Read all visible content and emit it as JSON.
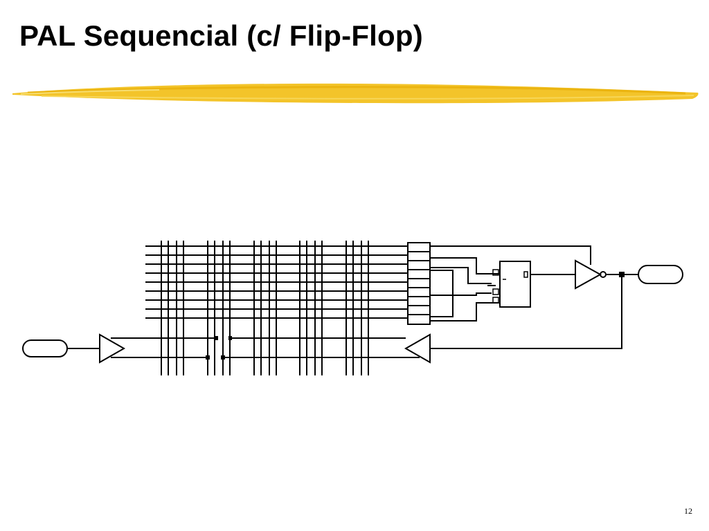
{
  "slide": {
    "title": "PAL Sequencial (c/ Flip-Flop)",
    "page_number": "12",
    "accent_color": "#f2c11f"
  },
  "diagram": {
    "kind": "PAL sequential logic schematic with AND array, OR gate, D flip-flop, tri-state output buffer and I/O pins",
    "line_color": "#000000"
  }
}
